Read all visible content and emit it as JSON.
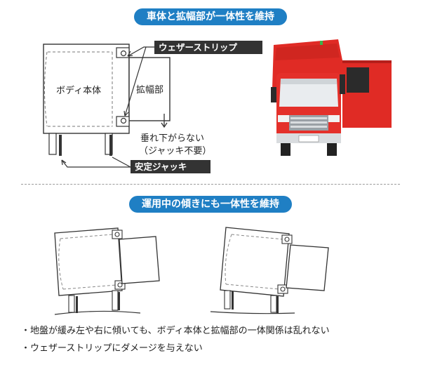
{
  "section1": {
    "title": "車体と拡幅部が一体性を維持"
  },
  "section2": {
    "title": "運用中の傾きにも一体性を維持"
  },
  "diagram": {
    "body_label": "ボディ本体",
    "extension_label": "拡幅部",
    "weather_strip_label": "ウェザーストリップ",
    "no_sag_label": "垂れ下がらない",
    "no_jack_label": "（ジャッキ不要）",
    "jack_label": "安定ジャッキ"
  },
  "bullets": [
    "・地盤が緩み左や右に傾いても、ボディ本体と拡幅部の一体関係は乱れない",
    "・ウェザーストリップにダメージを与えない"
  ],
  "colors": {
    "accent": "#1f7fc4",
    "truck_red": "#e02b25",
    "label_dark": "#333333"
  },
  "icons": [
    "arrow-down-icon",
    "arrow-left-icon",
    "arrow-up-left-icon"
  ]
}
